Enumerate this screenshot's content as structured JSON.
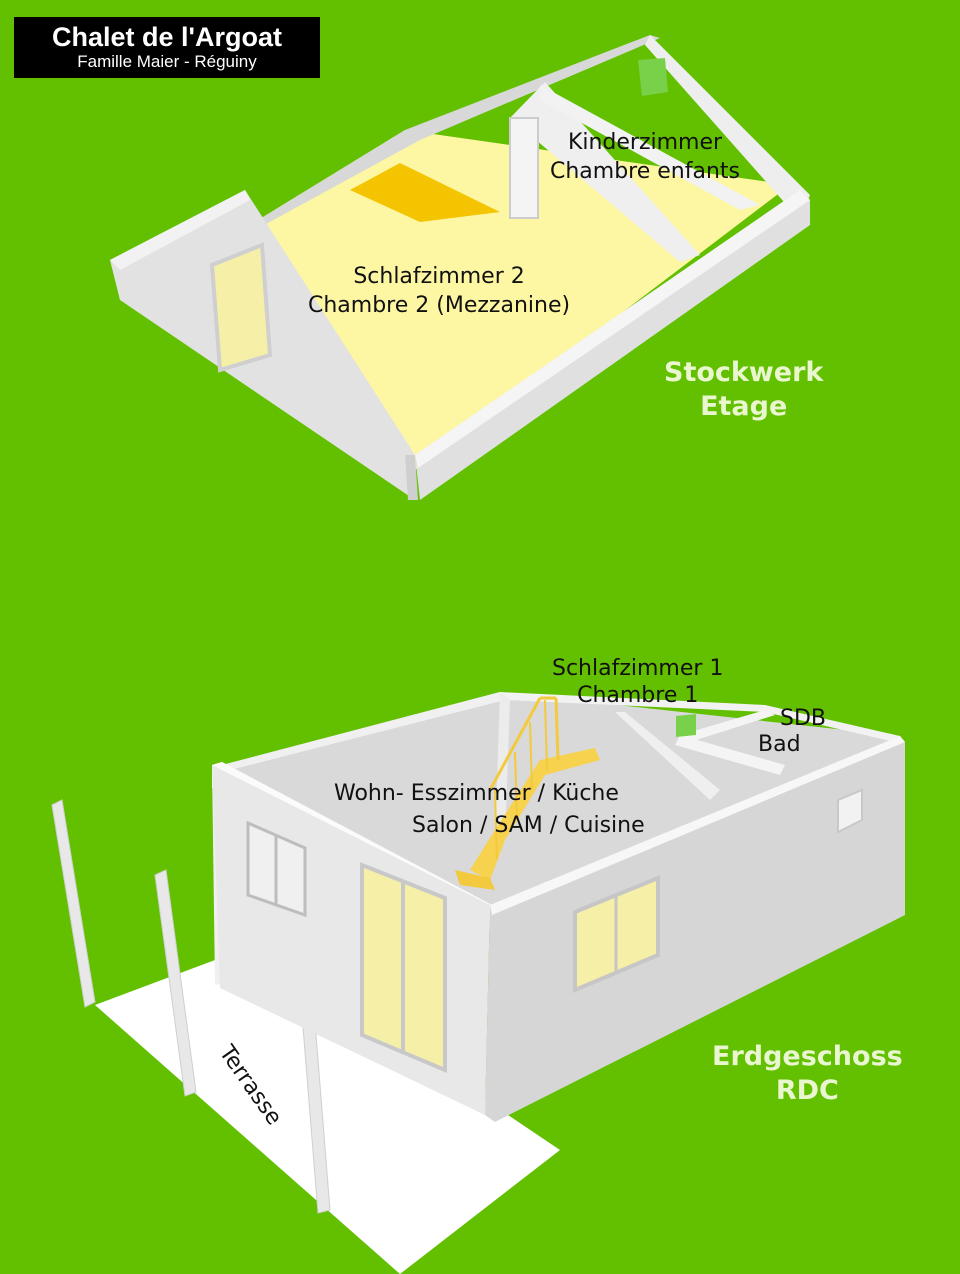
{
  "header": {
    "title": "Chalet de l'Argoat",
    "subtitle": "Famille Maier - Réguiny"
  },
  "upper_floor": {
    "name_de": "Stockwerk",
    "name_fr": "Etage",
    "rooms": {
      "kids_de": "Kinderzimmer",
      "kids_fr": "Chambre enfants",
      "bed2_de": "Schlafzimmer 2",
      "bed2_fr": "Chambre 2 (Mezzanine)"
    }
  },
  "ground_floor": {
    "name_de": "Erdgeschoss",
    "name_fr": "RDC",
    "rooms": {
      "bed1_de": "Schlafzimmer 1",
      "bed1_fr": "Chambre 1",
      "bath_fr": "SDB",
      "bath_de": "Bad",
      "living_de": "Wohn- Esszimmer / Küche",
      "living_fr": "Salon / SAM / Cuisine",
      "terrace": "Terrasse"
    }
  },
  "colors": {
    "background": "#62c000",
    "wall": "#e6e6e6",
    "floor_upper": "#fdf6a3",
    "stairs": "#f6d24e",
    "window": "#f6efa8",
    "label_floor": "#eaf6d0"
  }
}
